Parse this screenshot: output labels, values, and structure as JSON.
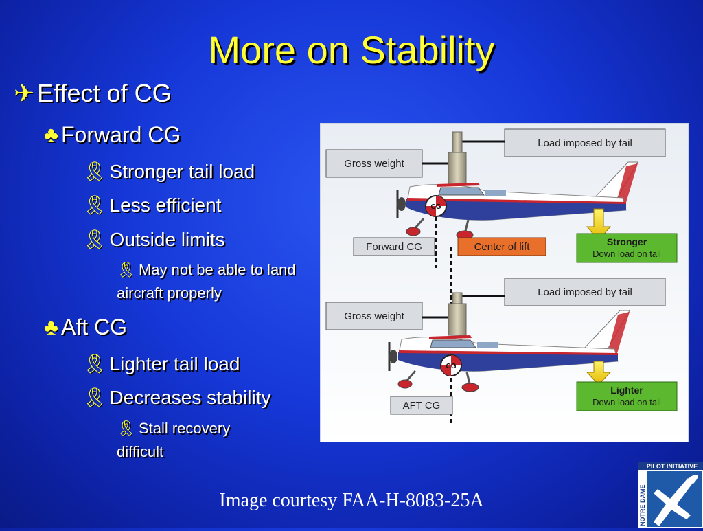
{
  "slide": {
    "title": "More on Stability",
    "caption": "Image courtesy FAA-H-8083-25A"
  },
  "bullets": {
    "effect_cg": "Effect of CG",
    "forward_cg": "Forward CG",
    "stronger_tail_load": "Stronger tail load",
    "less_efficient": "Less efficient",
    "outside_limits": "Outside limits",
    "may_not_land": "May not be able to land aircraft properly",
    "aft_cg": "Aft CG",
    "lighter_tail_load": "Lighter tail load",
    "decreases_stability": "Decreases stability",
    "stall_recovery": "Stall recovery difficult"
  },
  "figure": {
    "top": {
      "load_tail": "Load imposed by tail",
      "gross_weight": "Gross weight",
      "cg_label": "Forward CG",
      "center_of_lift": "Center of lift",
      "tail_title": "Stronger",
      "tail_sub": "Down load on tail",
      "cg_mark": "CG"
    },
    "bottom": {
      "load_tail": "Load imposed by tail",
      "gross_weight": "Gross weight",
      "cg_label": "AFT CG",
      "tail_title": "Lighter",
      "tail_sub": "Down load on tail",
      "cg_mark": "CG"
    }
  },
  "logo": {
    "text_top": "PILOT INITIATIVE",
    "text_side": "NOTRE DAME"
  },
  "colors": {
    "title": "#ffff33",
    "accent_green": "#5cb82e",
    "accent_orange": "#e8702a",
    "label_gray": "#d9dde2",
    "aircraft_blue": "#2e3f9c",
    "aircraft_red": "#c8262c"
  }
}
